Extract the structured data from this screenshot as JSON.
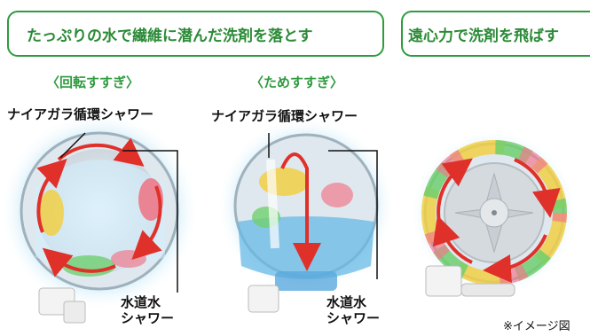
{
  "header_left": "たっぷりの水で繊維に潜んだ洗剤を落とす",
  "header_right": "遠心力で洗剤を飛ばす",
  "panels": [
    {
      "title": "〈回転すすぎ〉",
      "shower_label": "ナイアガラ循環シャワー",
      "tap_label_1": "水道水",
      "tap_label_2": "シャワー"
    },
    {
      "title": "〈ためすすぎ〉",
      "shower_label": "ナイアガラ循環シャワー",
      "tap_label_1": "水道水",
      "tap_label_2": "シャワー"
    }
  ],
  "note": "※イメージ図",
  "colors": {
    "accent_green": "#2e9b3e",
    "arrow_red": "#e0302a",
    "water_blue": "#8fd0ee"
  },
  "icons": [
    "washing-drum-rotating-rinse",
    "washing-drum-tank-rinse",
    "washing-drum-spin",
    "red-arrow",
    "water-splash"
  ]
}
